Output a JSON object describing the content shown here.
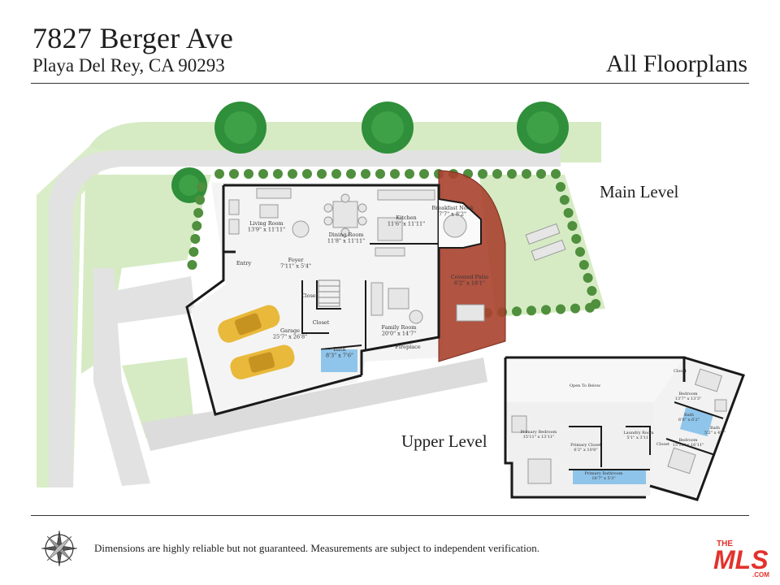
{
  "header": {
    "address_line1": "7827 Berger Ave",
    "address_line2": "Playa Del Rey, CA 90293",
    "right_title": "All Floorplans"
  },
  "levels": {
    "main": "Main Level",
    "upper": "Upper Level"
  },
  "main_rooms": [
    {
      "id": "living",
      "name": "Living Room",
      "dims": "13'9\" x 11'11\""
    },
    {
      "id": "dining",
      "name": "Dining Room",
      "dims": "11'8\" x 11'11\""
    },
    {
      "id": "kitchen",
      "name": "Kitchen",
      "dims": "11'6\" x 11'11\""
    },
    {
      "id": "nook",
      "name": "Breakfast Nook",
      "dims": "7'7\" x 8'2\""
    },
    {
      "id": "foyer",
      "name": "Foyer",
      "dims": "7'11\" x 5'4\""
    },
    {
      "id": "entry",
      "name": "Entry",
      "dims": ""
    },
    {
      "id": "closet1",
      "name": "Closet",
      "dims": ""
    },
    {
      "id": "closet2",
      "name": "Closet",
      "dims": ""
    },
    {
      "id": "garage",
      "name": "Garage",
      "dims": "25'7\" x 26'8\""
    },
    {
      "id": "family",
      "name": "Family Room",
      "dims": "20'0\" x 14'7\""
    },
    {
      "id": "fireplace",
      "name": "Fireplace",
      "dims": ""
    },
    {
      "id": "bath",
      "name": "Bath",
      "dims": "8'3\" x 7'6\""
    },
    {
      "id": "patio",
      "name": "Covered Patio",
      "dims": "6'2\" x 18'1\""
    }
  ],
  "upper_rooms": [
    {
      "id": "open",
      "name": "Open To Below",
      "dims": ""
    },
    {
      "id": "primary_bed",
      "name": "Primary Bedroom",
      "dims": "15'11\" x 13'11\""
    },
    {
      "id": "primary_closet",
      "name": "Primary Closet",
      "dims": "6'2\" x 10'8\""
    },
    {
      "id": "primary_bath",
      "name": "Primary Bathroom",
      "dims": "16'7\" x 5'3\""
    },
    {
      "id": "laundry",
      "name": "Laundry Room",
      "dims": "5'1\" x 3'11\""
    },
    {
      "id": "bed1",
      "name": "Bedroom",
      "dims": "13'7\" x 13'3\""
    },
    {
      "id": "bed2",
      "name": "Bedroom",
      "dims": "13'11\" x 16'11\""
    },
    {
      "id": "bath_a",
      "name": "Bath",
      "dims": "6'8\" x 6'2\""
    },
    {
      "id": "bath_b",
      "name": "Bath",
      "dims": "5'2\" x 4'7\""
    },
    {
      "id": "closet_a",
      "name": "Closet",
      "dims": ""
    },
    {
      "id": "closet_b",
      "name": "Closet",
      "dims": ""
    }
  ],
  "footer": {
    "disclaimer": "Dimensions are highly reliable but not guaranteed. Measurements are subject to independent verification.",
    "logo_text": "MLS",
    "logo_prefix": "THE",
    "logo_suffix": ".COM"
  },
  "colors": {
    "grass": "#d6ebc4",
    "road": "#e0e0e0",
    "patio_brick": "#a8412e",
    "tree": "#2f8f3a",
    "shrub": "#4f8f3d",
    "wall": "#1a1a1a",
    "bath_tile": "#6fb5e8",
    "car": "#e8b93a",
    "logo_red": "#e3322c"
  },
  "icons": [
    "compass-rose-icon",
    "mls-logo-icon"
  ]
}
